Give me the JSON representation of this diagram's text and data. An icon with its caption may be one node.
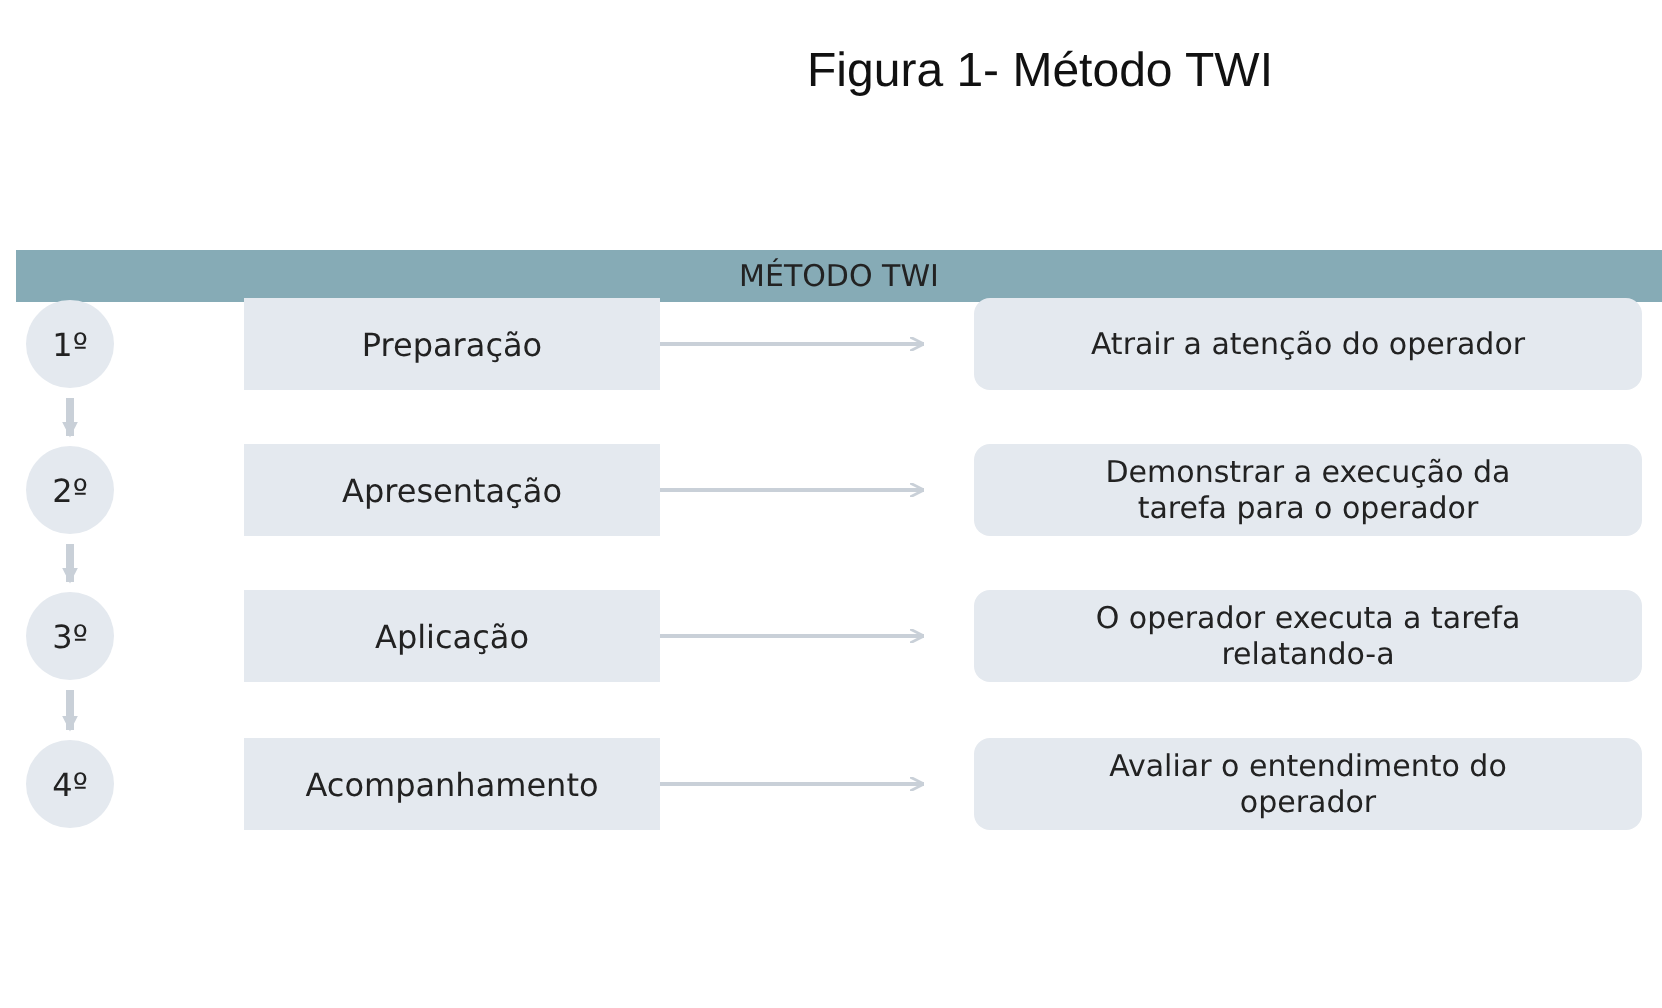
{
  "diagram": {
    "title": "Figura 1- Método TWI",
    "nodes": [
      {
        "text": [
          "MÉTODO TWI"
        ]
      },
      {
        "text": [
          "1º"
        ]
      },
      {
        "text": [
          "Preparação"
        ]
      },
      {
        "text": [
          "Atrair a atenção do operador"
        ]
      },
      {
        "text": [
          "2º"
        ]
      },
      {
        "text": [
          "Apresentação"
        ]
      },
      {
        "text": [
          "Demonstrar a execução da tarefa para o operador"
        ]
      },
      {
        "text": [
          "3º"
        ]
      },
      {
        "text": [
          "Aplicação"
        ]
      },
      {
        "text": [
          "O operador executa a tarefa relatando-a"
        ]
      },
      {
        "text": [
          "4º"
        ]
      },
      {
        "text": [
          "Acompanhamento"
        ]
      },
      {
        "text": [
          "Avaliar o entendimento do operador"
        ]
      }
    ],
    "edges": [
      {
        "from": 2,
        "to": 3,
        "arrow": "to"
      },
      {
        "from": 1,
        "to": 4,
        "arrow": "to",
        "style": "thick"
      },
      {
        "from": 5,
        "to": 6,
        "arrow": "to"
      },
      {
        "from": 4,
        "to": 7,
        "arrow": "to",
        "style": "thick"
      },
      {
        "from": 8,
        "to": 9,
        "arrow": "to"
      },
      {
        "from": 7,
        "to": 10,
        "arrow": "to",
        "style": "thick"
      },
      {
        "from": 11,
        "to": 12,
        "arrow": "to"
      }
    ]
  }
}
